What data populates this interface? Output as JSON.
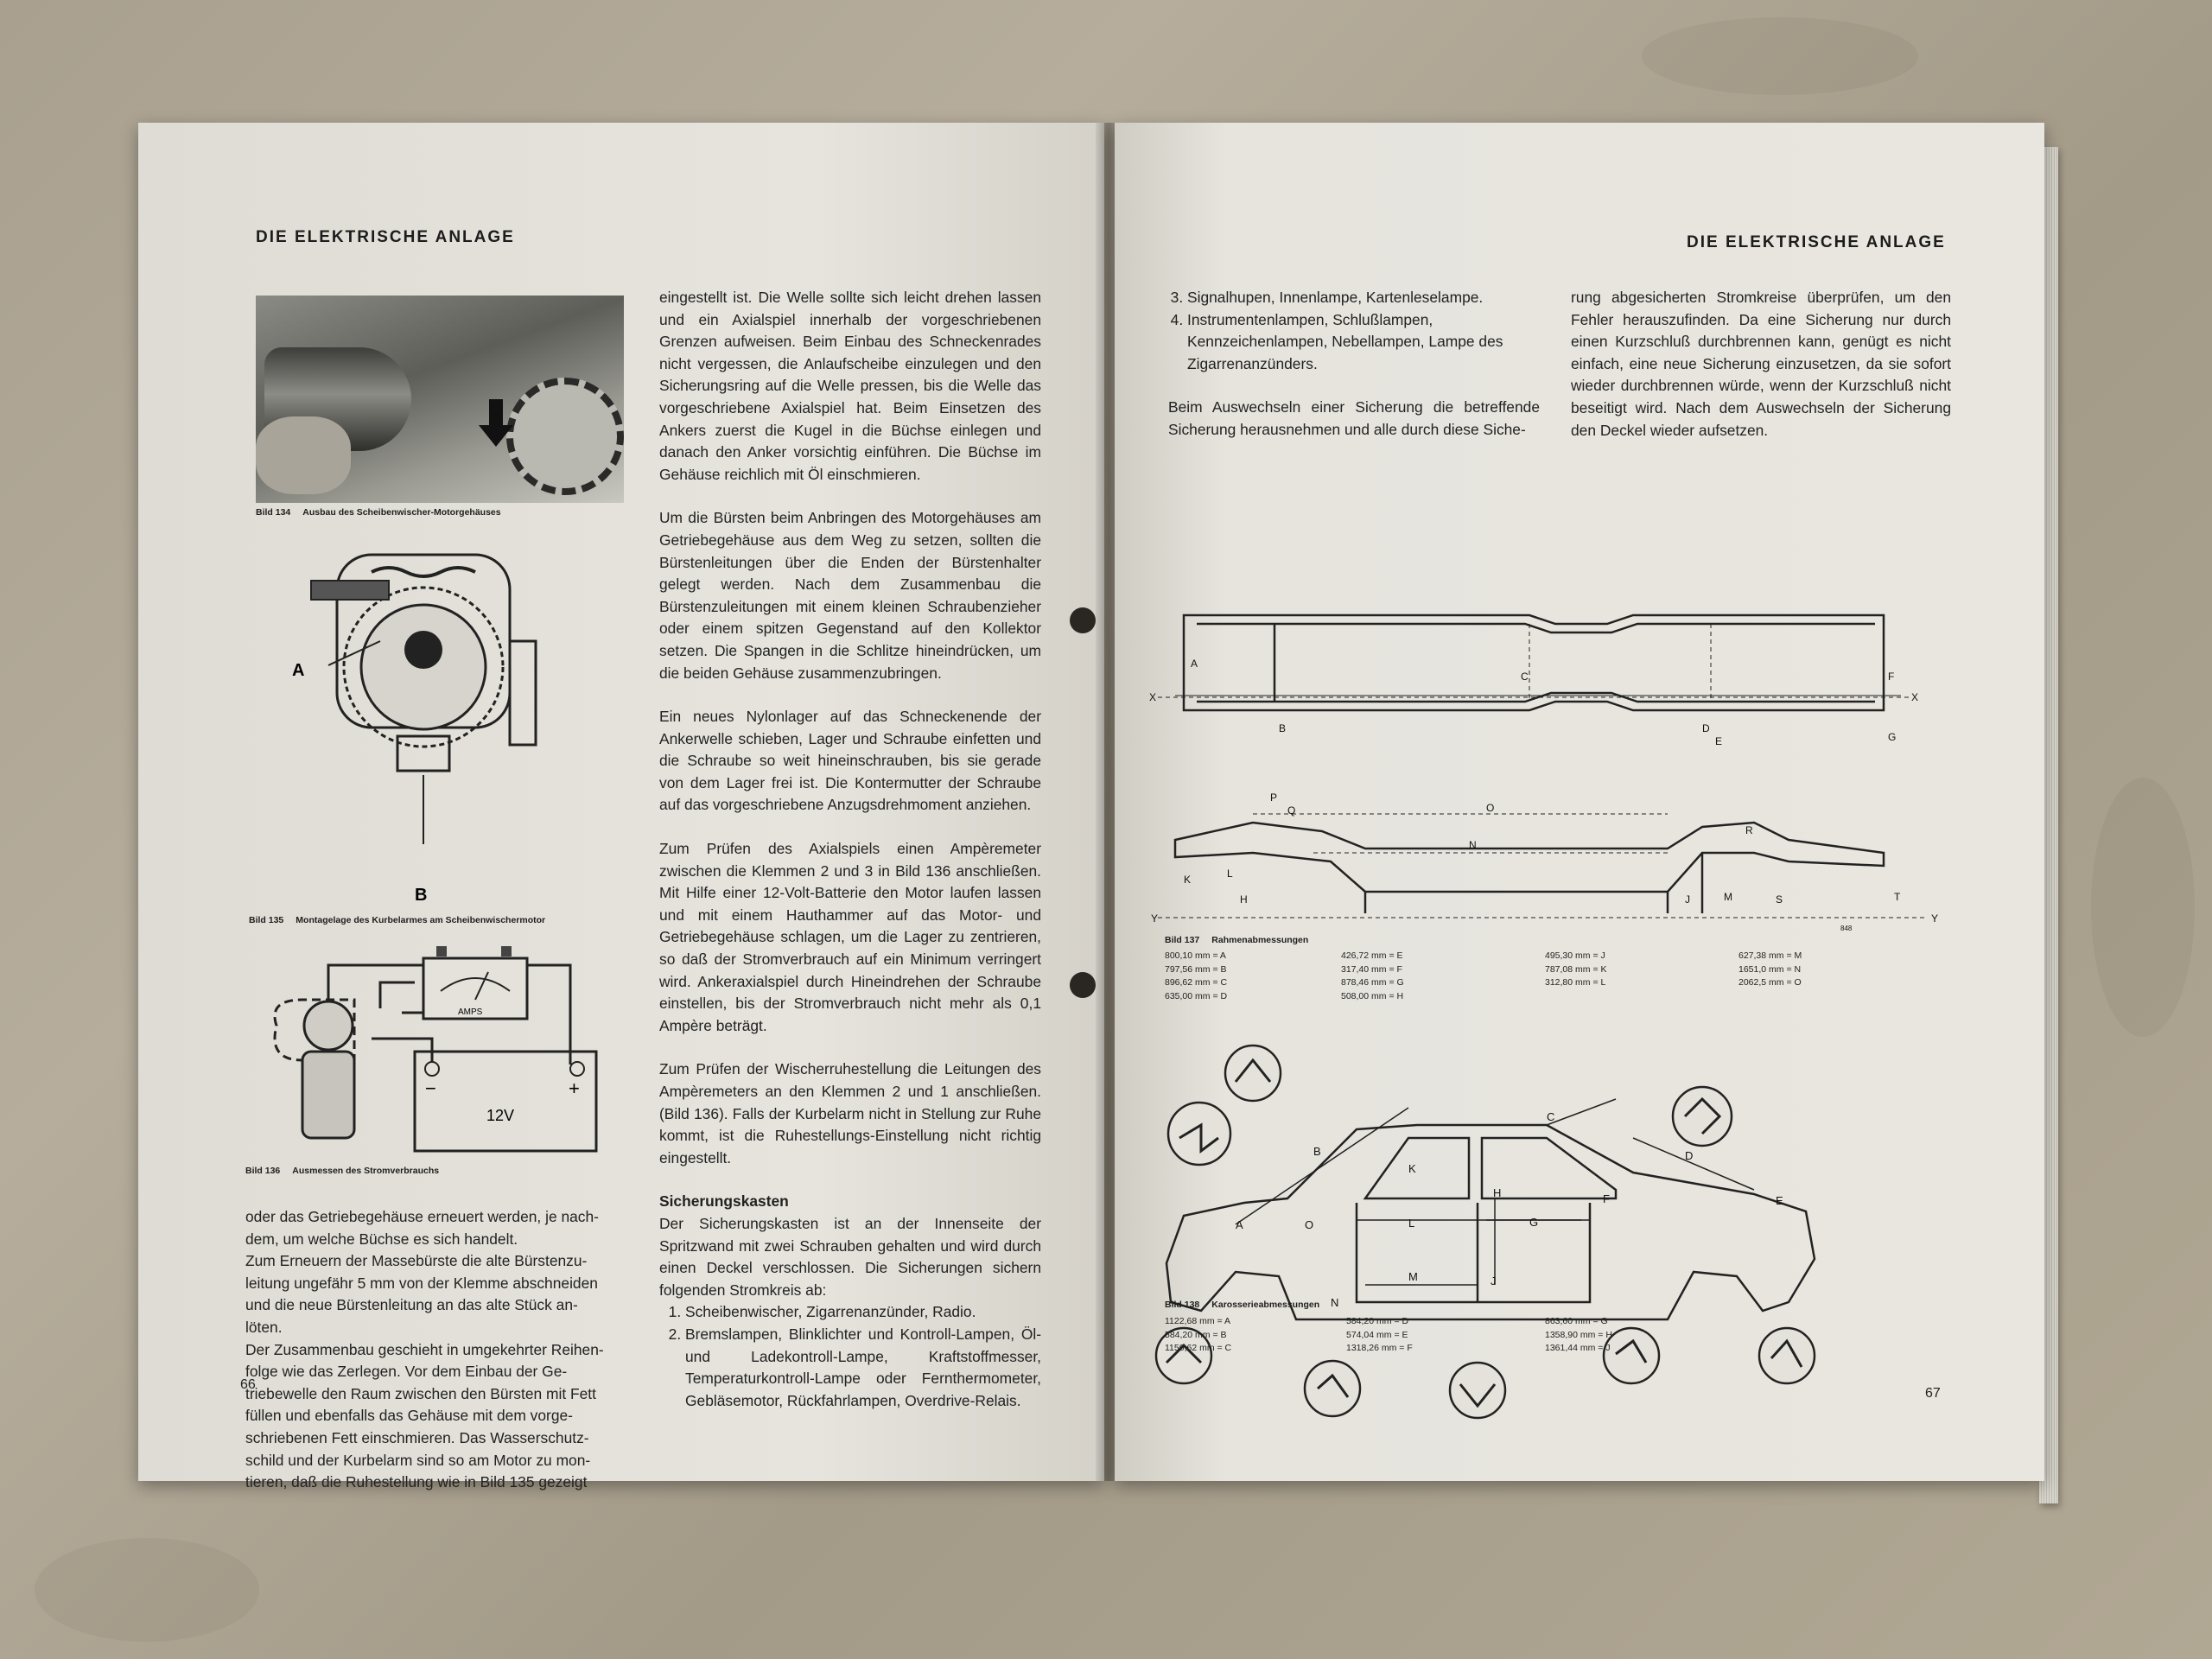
{
  "left_page": {
    "header": "DIE ELEKTRISCHE ANLAGE",
    "page_number": "66",
    "figures": {
      "bild134": {
        "num": "Bild 134",
        "text": "Ausbau des Scheibenwischer-Motorgehäuses"
      },
      "bild135": {
        "num": "Bild 135",
        "text": "Montagelage des Kurbelarmes am Scheibenwischermotor",
        "label_a": "A",
        "label_b": "B"
      },
      "bild136": {
        "num": "Bild 136",
        "text": "Ausmessen des Stromverbrauchs",
        "amps": "AMPS",
        "voltage": "12V",
        "minus": "−",
        "plus": "+"
      }
    },
    "col1_lines": [
      "oder das Getriebegehäuse erneuert werden, je nach-",
      "dem, um welche Büchse es sich handelt.",
      "Zum Erneuern der Massebürste die alte Bürstenzu-",
      "leitung ungefähr 5 mm von der Klemme abschneiden",
      "und die neue Bürstenleitung an das alte Stück an-",
      "löten.",
      "Der Zusammenbau geschieht in umgekehrter Reihen-",
      "folge wie das Zerlegen. Vor dem Einbau der Ge-",
      "triebewelle den Raum zwischen den Bürsten mit Fett",
      "füllen und ebenfalls das Gehäuse mit dem vorge-",
      "schriebenen Fett einschmieren. Das Wasserschutz-",
      "schild und der Kurbelarm sind so am Motor zu mon-",
      "tieren, daß die Ruhestellung wie in Bild 135 gezeigt"
    ],
    "col2_paragraphs": [
      "eingestellt ist. Die Welle sollte sich leicht drehen lassen und ein Axialspiel innerhalb der vorgeschriebenen Grenzen aufweisen. Beim Einbau des Schneckenrades nicht vergessen, die Anlaufscheibe einzulegen und den Sicherungsring auf die Welle pressen, bis die Welle das vorgeschriebene Axialspiel hat. Beim Einsetzen des Ankers zuerst die Kugel in die Büchse einlegen und danach den Anker vorsichtig einführen. Die Büchse im Gehäuse reichlich mit Öl einschmieren.",
      "Um die Bürsten beim Anbringen des Motorgehäuses am Getriebegehäuse aus dem Weg zu setzen, sollten die Bürstenleitungen über die Enden der Bürstenhalter gelegt werden. Nach dem Zusammenbau die Bürstenzuleitungen mit einem kleinen Schraubenzieher oder einem spitzen Gegenstand auf den Kollektor setzen. Die Spangen in die Schlitze hineindrücken, um die beiden Gehäuse zusammenzubringen.",
      "Ein neues Nylonlager auf das Schneckenende der Ankerwelle schieben, Lager und Schraube einfetten und die Schraube so weit hineinschrauben, bis sie gerade von dem Lager frei ist. Die Kontermutter der Schraube auf das vorgeschriebene Anzugsdrehmoment anziehen.",
      "Zum Prüfen des Axialspiels einen Ampèremeter zwischen die Klemmen 2 und 3 in Bild 136 anschließen. Mit Hilfe einer 12-Volt-Batterie den Motor laufen lassen und mit einem Hauthammer auf das Motor- und Getriebegehäuse schlagen, um die Lager zu zentrieren, so daß der Stromverbrauch auf ein Minimum verringert wird. Ankeraxialspiel durch Hineindrehen der Schraube einstellen, bis der Stromverbrauch nicht mehr als 0,1 Ampère beträgt.",
      "Zum Prüfen der Wischerruhestellung die Leitungen des Ampèremeters an den Klemmen 2 und 1 anschließen. (Bild 136). Falls der Kurbelarm nicht in Stellung zur Ruhe kommt, ist die Ruhestellungs-Einstellung nicht richtig eingestellt."
    ],
    "subheading": "Sicherungskasten",
    "fuse_intro": "Der Sicherungskasten ist an der Innenseite der Spritzwand mit zwei Schrauben gehalten und wird durch einen Deckel verschlossen. Die Sicherungen sichern folgenden Stromkreis ab:",
    "fuse_list": [
      "Scheibenwischer, Zigarrenanzünder, Radio.",
      "Bremslampen, Blinklichter und Kontroll-Lampen, Öl- und Ladekontroll-Lampe, Kraftstoffmesser, Temperaturkontroll-Lampe oder Fernthermometer, Gebläsemotor, Rückfahrlampen, Overdrive-Relais."
    ]
  },
  "right_page": {
    "header": "DIE ELEKTRISCHE ANLAGE",
    "page_number": "67",
    "fuse_list_cont": [
      "Signalhupen, Innenlampe, Kartenleselampe.",
      "Instrumentenlampen, Schlußlampen, Kennzeichenlampen, Nebellampen, Lampe des Zigarrenanzünders."
    ],
    "col1_para": "Beim Auswechseln einer Sicherung die betreffende Sicherung herausnehmen und alle durch diese Siche-",
    "col2_para": "rung abgesicherten Stromkreise überprüfen, um den Fehler herauszufinden. Da eine Sicherung nur durch einen Kurzschluß durchbrennen kann, genügt es nicht einfach, eine neue Sicherung einzusetzen, da sie sofort wieder durchbrennen würde, wenn der Kurzschluß nicht beseitigt wird. Nach dem Auswechseln der Sicherung den Deckel wieder aufsetzen.",
    "bild137": {
      "num": "Bild 137",
      "text": "Rahmenabmessungen",
      "code": "848",
      "dims": [
        [
          "800,10 mm = A",
          "797,56 mm = B",
          "896,62 mm = C",
          "635,00 mm = D"
        ],
        [
          "426,72 mm = E",
          "317,40 mm = F",
          "878,46 mm = G",
          "508,00 mm = H"
        ],
        [
          "495,30 mm = J",
          "787,08 mm = K",
          "312,80 mm = L"
        ],
        [
          "627,38 mm = M",
          "1651,0 mm = N",
          "2062,5 mm = O"
        ]
      ],
      "labels": [
        "A",
        "B",
        "C",
        "D",
        "E",
        "F",
        "G",
        "X",
        "X",
        "P",
        "Q",
        "O",
        "R",
        "N",
        "K",
        "L",
        "H",
        "J",
        "M",
        "S",
        "T",
        "Y",
        "Y"
      ]
    },
    "bild138": {
      "num": "Bild 138",
      "text": "Karosserieabmessungen",
      "dims": [
        [
          "1122,68 mm = A",
          "584,20 mm = B",
          "1150,62 mm = C"
        ],
        [
          "584,20 mm = D",
          "574,04 mm = E",
          "1318,26 mm = F"
        ],
        [
          "863,60 mm = G",
          "1358,90 mm = H",
          "1361,44 mm = J"
        ]
      ],
      "labels": [
        "A",
        "B",
        "C",
        "D",
        "E",
        "F",
        "G",
        "H",
        "J",
        "K",
        "L",
        "M",
        "N",
        "O"
      ]
    }
  }
}
